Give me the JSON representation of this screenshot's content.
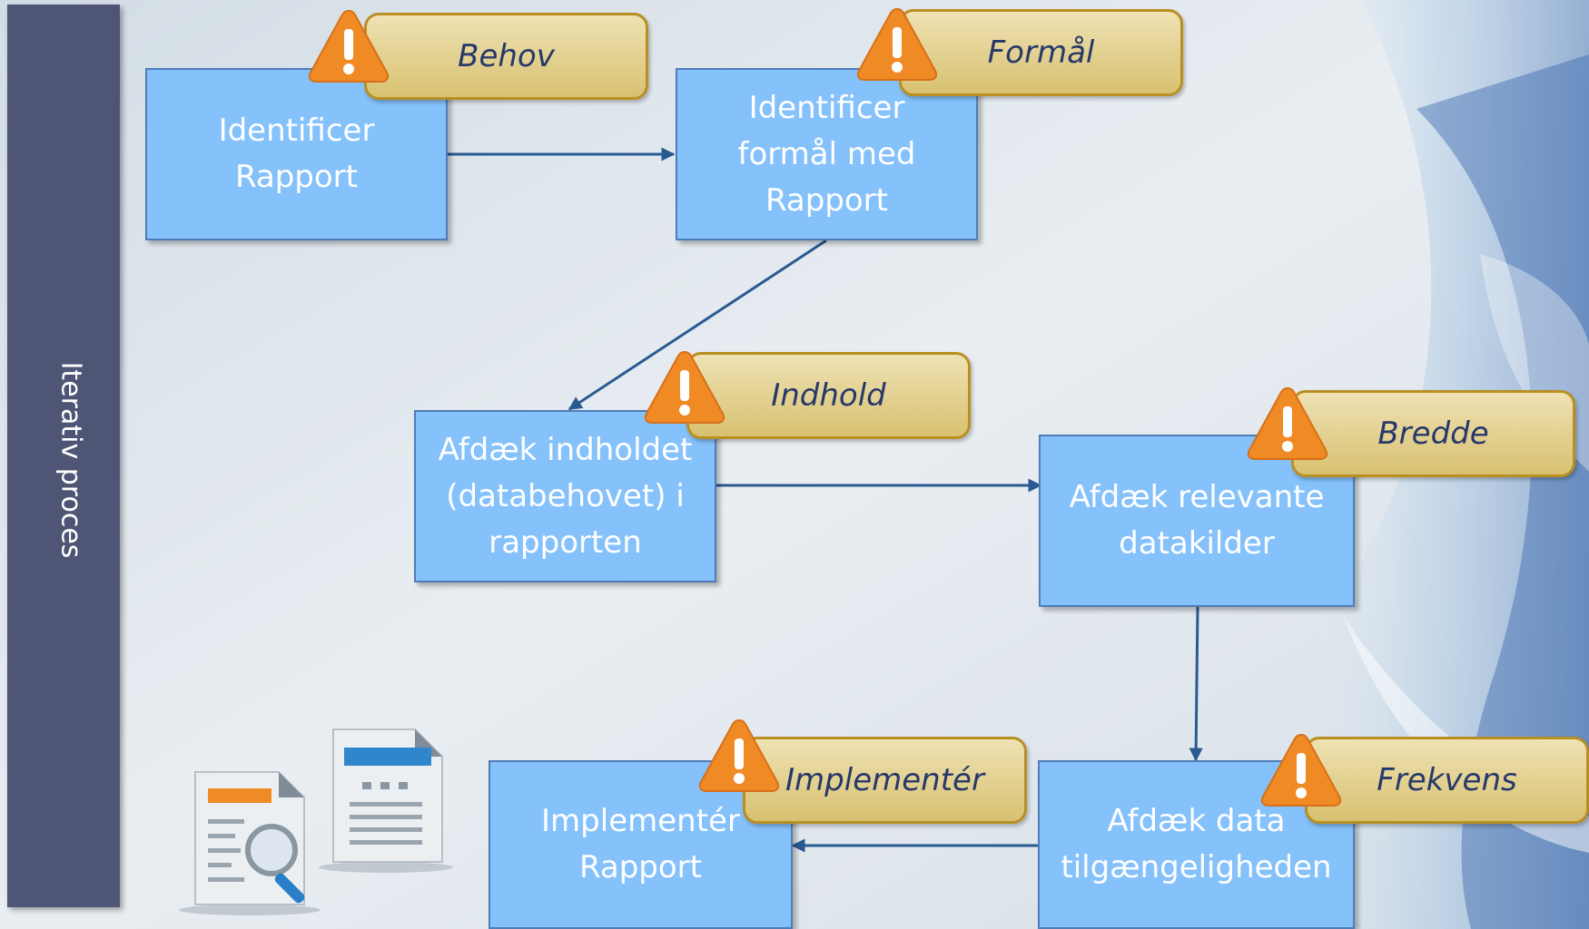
{
  "sidebar": {
    "label": "Iterativ proces"
  },
  "steps": [
    {
      "label": "Identificer\nRapport"
    },
    {
      "label": "Identificer\nformål med\nRapport"
    },
    {
      "label": "Afdæk indholdet\n(databehovet) i\nrapporten"
    },
    {
      "label": "Afdæk relevante\ndatakilder"
    },
    {
      "label": "Afdæk data\ntilgængeligheden"
    },
    {
      "label": "Implementér\nRapport"
    }
  ],
  "tags": [
    {
      "label": "Behov"
    },
    {
      "label": "Formål"
    },
    {
      "label": "Indhold"
    },
    {
      "label": "Bredde"
    },
    {
      "label": "Frekvens"
    },
    {
      "label": "Implementér"
    }
  ],
  "colors": {
    "sidebar": "#4f5574",
    "step_fill": "#85c1fb",
    "tag_fill": "#e6d493",
    "warning": "#f08a24",
    "arrow": "#2a5a92"
  },
  "icons": [
    "warning-icon",
    "document-search-icon",
    "document-icon"
  ]
}
